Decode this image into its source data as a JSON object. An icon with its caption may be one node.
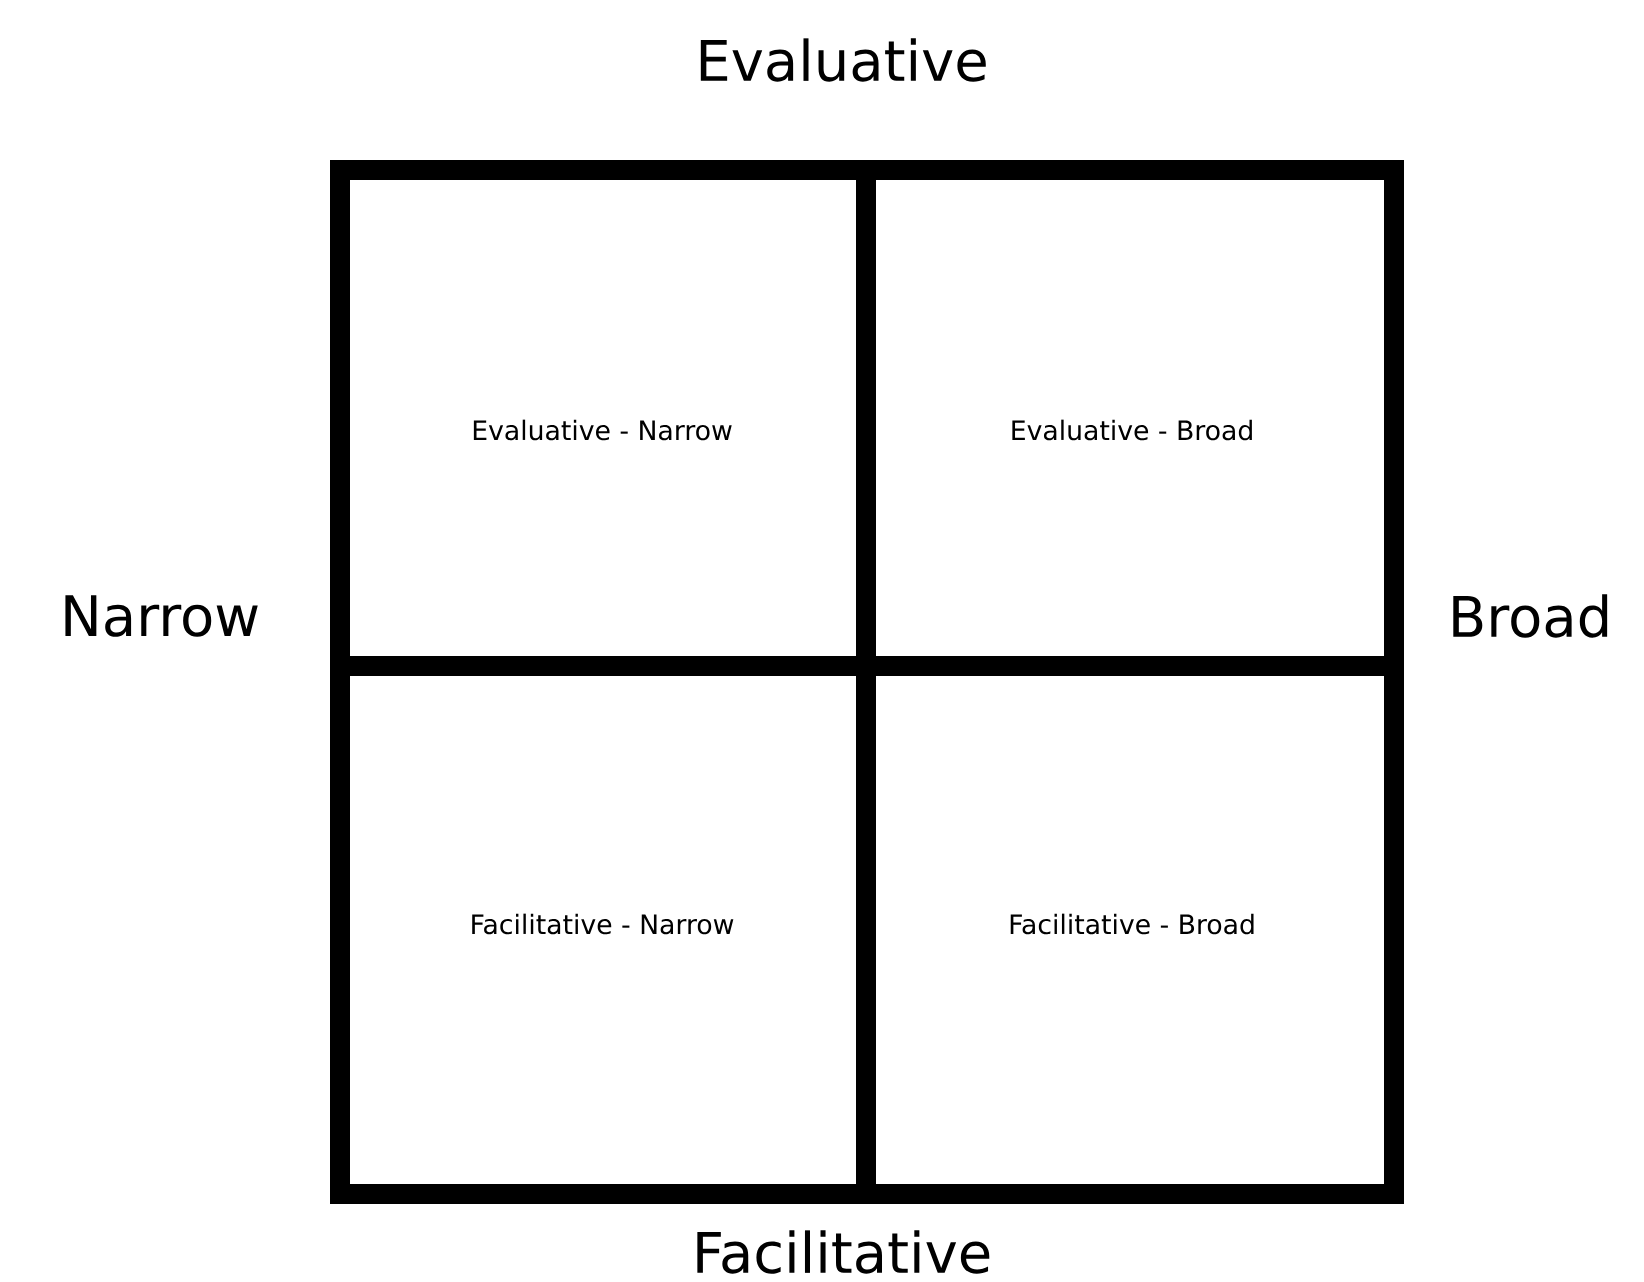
{
  "diagram": {
    "nodes": [
      {
        "text": [
          "Evaluative - Narrow"
        ]
      },
      {
        "text": [
          "Evaluative - Broad"
        ]
      },
      {
        "text": [
          "Facilitative - Narrow"
        ]
      },
      {
        "text": [
          "Facilitative - Broad"
        ]
      }
    ],
    "labels": [
      "Evaluative",
      "Narrow",
      "Broad",
      "Facilitative"
    ]
  }
}
